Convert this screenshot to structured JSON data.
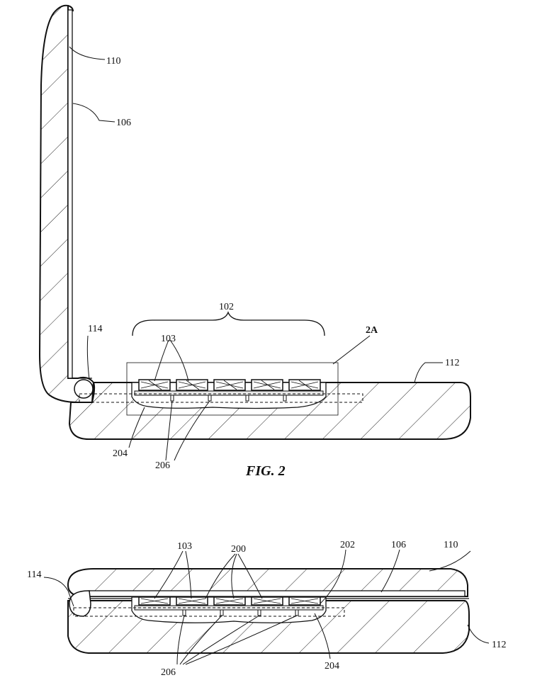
{
  "figure_caption": "FIG. 2",
  "fig2_labels": {
    "display_housing": "110",
    "display_layer": "106",
    "keyboard": "102",
    "keys": "103",
    "hinge": "114",
    "detail_box": "2A",
    "base_housing": "112",
    "key_mechanism_layer": "204",
    "fasteners": "206"
  },
  "fig2a_labels": {
    "hinge": "114",
    "keys": "103",
    "key_covers": "200",
    "web": "202",
    "display_layer": "106",
    "display_housing": "110",
    "base_housing": "112",
    "fasteners": "206",
    "key_mechanism_layer": "204"
  }
}
